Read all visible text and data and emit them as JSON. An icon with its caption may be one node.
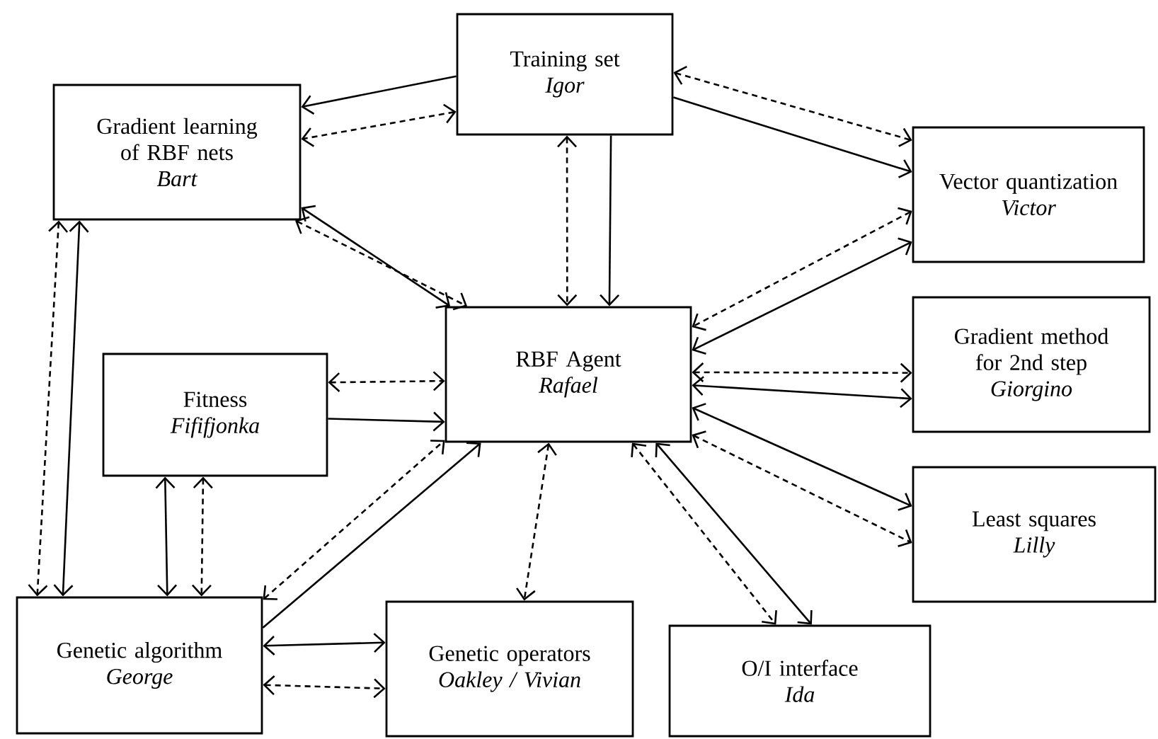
{
  "diagram": {
    "nodes": [
      {
        "text": [
          "Training set",
          "Igor"
        ]
      },
      {
        "text": [
          "Gradient learning of RBF nets",
          "Bart"
        ]
      },
      {
        "text": [
          "Vector quantization",
          "Victor"
        ]
      },
      {
        "text": [
          "Fitness",
          "Fififjonka"
        ]
      },
      {
        "text": [
          "RBF Agent",
          "Rafael"
        ]
      },
      {
        "text": [
          "Gradient method for 2nd step",
          "Giorgino"
        ]
      },
      {
        "text": [
          "Least squares",
          "Lilly"
        ]
      },
      {
        "text": [
          "Genetic algorithm",
          "George"
        ]
      },
      {
        "text": [
          "Genetic operators",
          "Oakley / Vivian"
        ]
      },
      {
        "text": [
          "O/I interface",
          "Ida"
        ]
      }
    ],
    "edges": [
      {
        "from": 0,
        "to": 1,
        "arrow": "to"
      },
      {
        "from": 0,
        "to": 1,
        "arrow": "both",
        "style": "dashed"
      },
      {
        "from": 0,
        "to": 2,
        "arrow": "both",
        "style": "dashed"
      },
      {
        "from": 0,
        "to": 2,
        "arrow": "to"
      },
      {
        "from": 0,
        "to": 4,
        "arrow": "both",
        "style": "dashed"
      },
      {
        "from": 0,
        "to": 4,
        "arrow": "to"
      },
      {
        "from": 1,
        "to": 4,
        "arrow": "both"
      },
      {
        "from": 1,
        "to": 4,
        "arrow": "both",
        "style": "dashed"
      },
      {
        "from": 1,
        "to": 7,
        "arrow": "both",
        "style": "dashed"
      },
      {
        "from": 1,
        "to": 7,
        "arrow": "both"
      },
      {
        "from": 2,
        "to": 4,
        "arrow": "both",
        "style": "dashed"
      },
      {
        "from": 2,
        "to": 4,
        "arrow": "both"
      },
      {
        "from": 4,
        "to": 5,
        "arrow": "both",
        "style": "dashed"
      },
      {
        "from": 4,
        "to": 5,
        "arrow": "both"
      },
      {
        "from": 4,
        "to": 6,
        "arrow": "both"
      },
      {
        "from": 4,
        "to": 6,
        "arrow": "both",
        "style": "dashed"
      },
      {
        "from": 4,
        "to": 9,
        "arrow": "both",
        "style": "dashed"
      },
      {
        "from": 4,
        "to": 9,
        "arrow": "both"
      },
      {
        "from": 3,
        "to": 4,
        "arrow": "both",
        "style": "dashed"
      },
      {
        "from": 3,
        "to": 4,
        "arrow": "to"
      },
      {
        "from": 3,
        "to": 7,
        "arrow": "both"
      },
      {
        "from": 3,
        "to": 7,
        "arrow": "both",
        "style": "dashed"
      },
      {
        "from": 7,
        "to": 4,
        "arrow": "to"
      },
      {
        "from": 7,
        "to": 4,
        "arrow": "both",
        "style": "dashed"
      },
      {
        "from": 4,
        "to": 8,
        "arrow": "both",
        "style": "dashed"
      },
      {
        "from": 7,
        "to": 8,
        "arrow": "both"
      },
      {
        "from": 7,
        "to": 8,
        "arrow": "both",
        "style": "dashed"
      }
    ]
  }
}
